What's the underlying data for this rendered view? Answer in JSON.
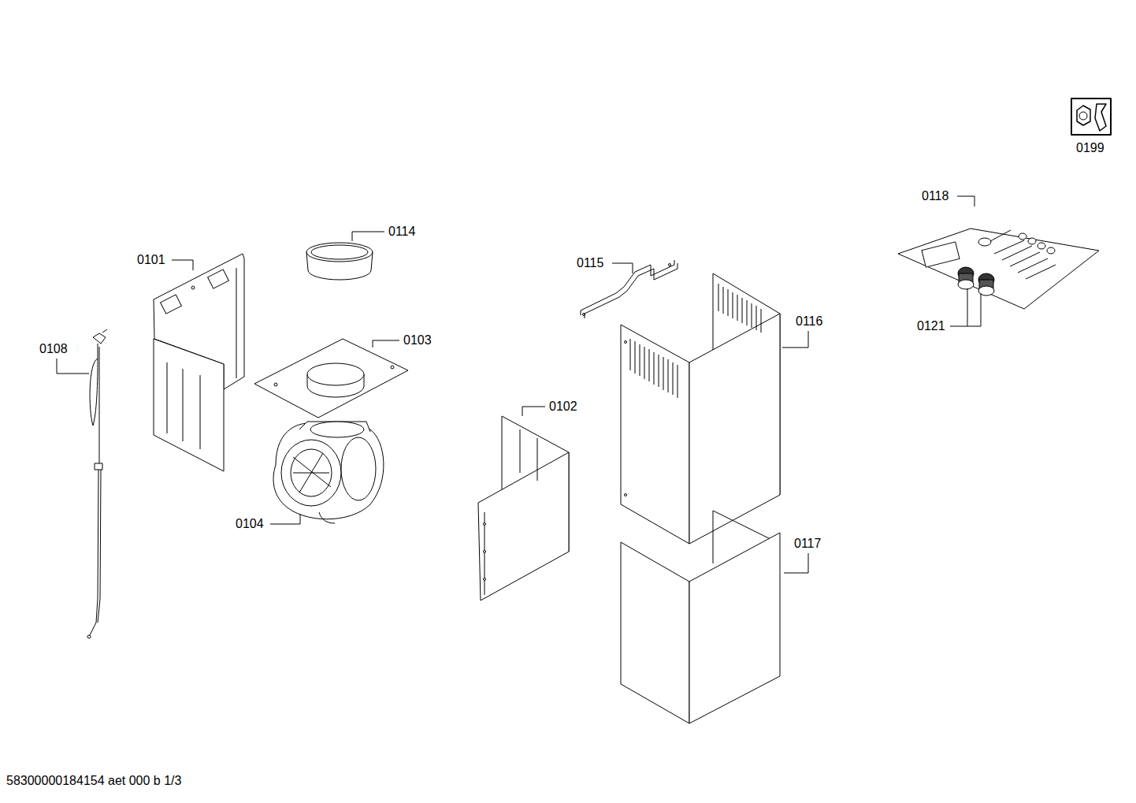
{
  "diagram": {
    "labels": [
      "0199",
      "0118",
      "0114",
      "0101",
      "0115",
      "0116",
      "0121",
      "0103",
      "0108",
      "0102",
      "0104",
      "0117",
      "58300000184154 aet 000 b 1/3"
    ]
  }
}
